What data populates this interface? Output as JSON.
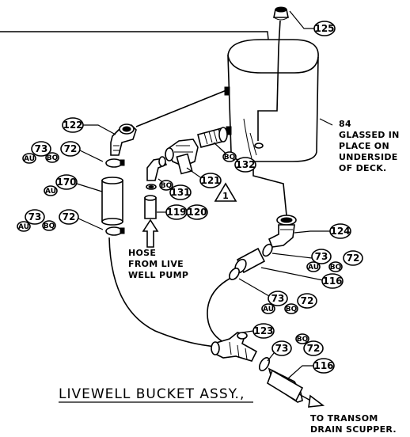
{
  "callouts": {
    "c125": "125",
    "c122": "122",
    "c73a": "73",
    "c72a": "72",
    "cAUa": "AU",
    "cBQa": "BQ",
    "c170": "170",
    "cAU170": "AU",
    "c73b": "73",
    "c72b": "72",
    "cAUb": "AU",
    "cBQb": "BQ",
    "c132": "132",
    "cBQ132": "BQ",
    "c121": "121",
    "c131": "131",
    "cBQ131": "BQ",
    "c119": "119",
    "c120": "120",
    "c124": "124",
    "c73c": "73",
    "c72c": "72",
    "cAUc": "AU",
    "cBQc": "BQ",
    "c116a": "116",
    "c73d": "73",
    "c72d": "72",
    "cAUd": "AU",
    "cBQd": "BQ",
    "c123": "123",
    "c73e": "73",
    "c72e": "72",
    "cBQe": "BQ",
    "c116b": "116",
    "rev": "1"
  },
  "notes": {
    "bucket": [
      "84",
      "GLASSED IN",
      "PLACE ON",
      "UNDERSIDE",
      "OF DECK."
    ],
    "hose": [
      "HOSE",
      "FROM LIVE",
      "WELL PUMP"
    ],
    "transom": [
      "TO TRANSOM",
      "DRAIN SCUPPER."
    ]
  },
  "title": "LIVEWELL BUCKET ASSY.,"
}
